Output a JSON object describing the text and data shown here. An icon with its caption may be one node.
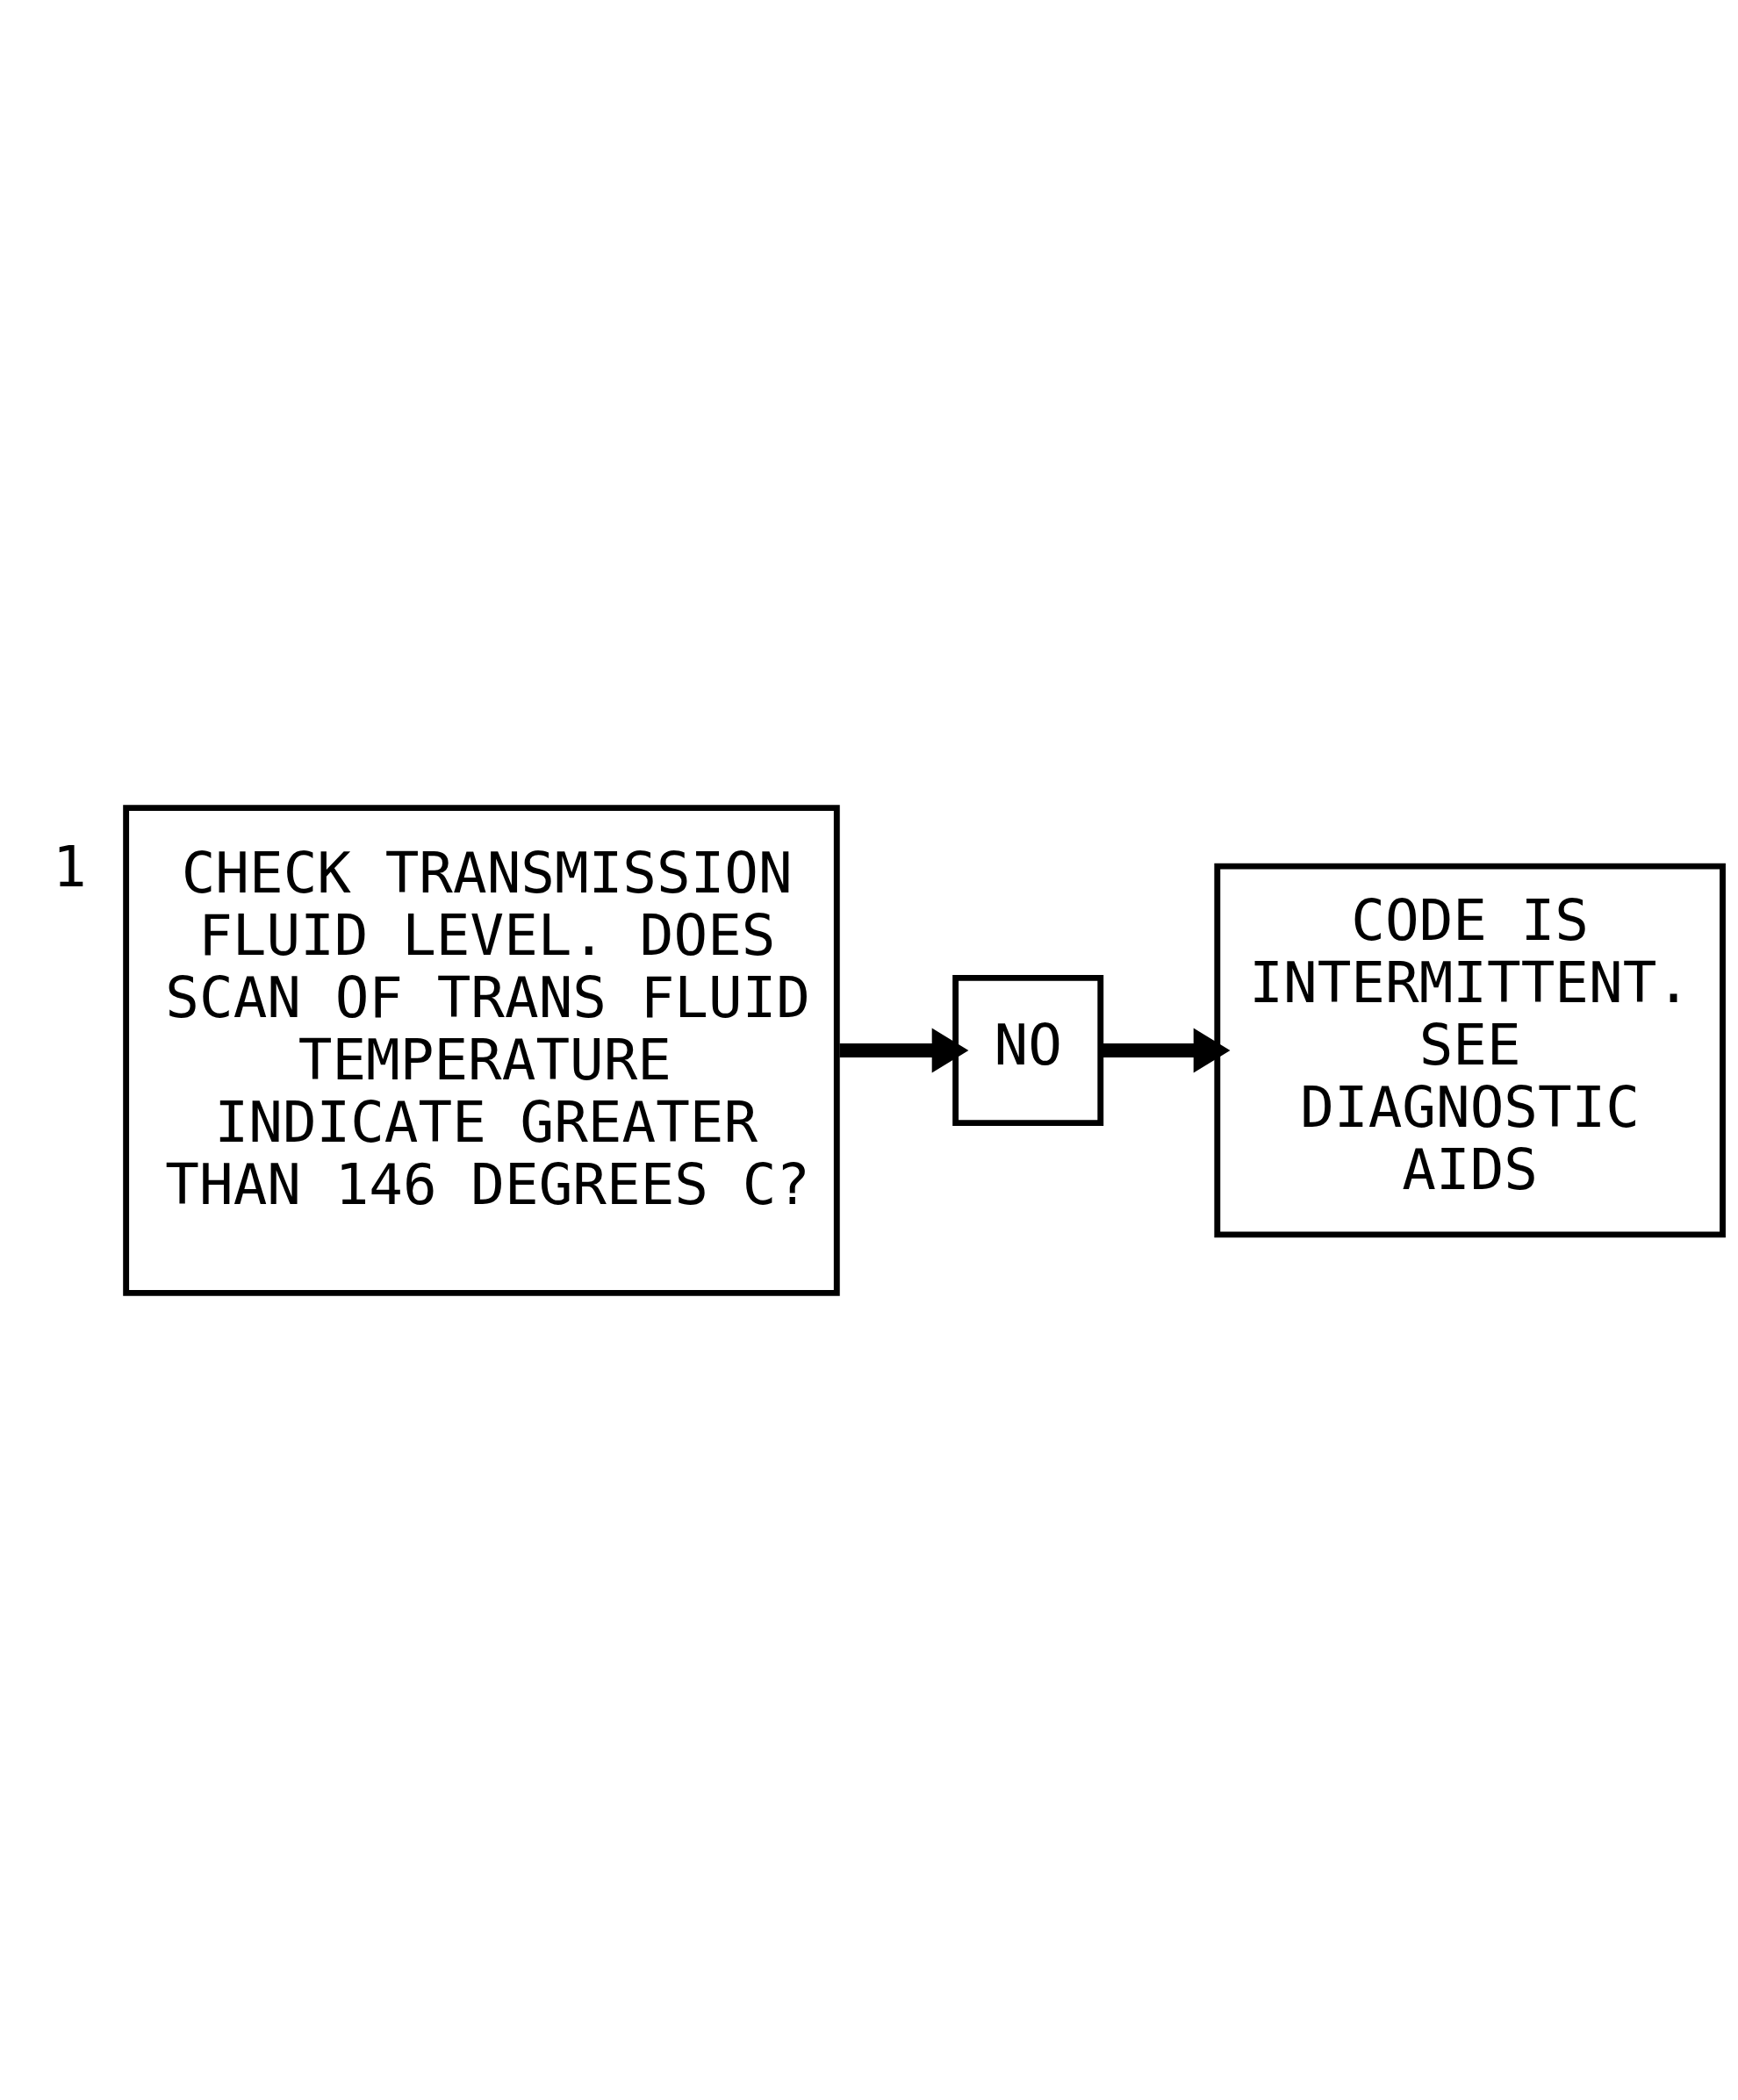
{
  "diagram": {
    "nodes": [
      {
        "text": [
          "CHECK TRANSMISSION FLUID LEVEL. DOES SCAN OF TRANS FLUID TEMPERATURE INDICATE GREATER THAN 146 DEGREES C?"
        ],
        "beside": [
          "1"
        ]
      },
      {
        "text": [
          "NO"
        ]
      },
      {
        "text": [
          "CODE IS INTERMITTENT. SEE DIAGNOSTIC AIDS"
        ]
      }
    ],
    "edges": [
      {
        "from": 0,
        "to": 1,
        "arrow": "to"
      },
      {
        "from": 1,
        "to": 2,
        "arrow": "to"
      }
    ]
  }
}
